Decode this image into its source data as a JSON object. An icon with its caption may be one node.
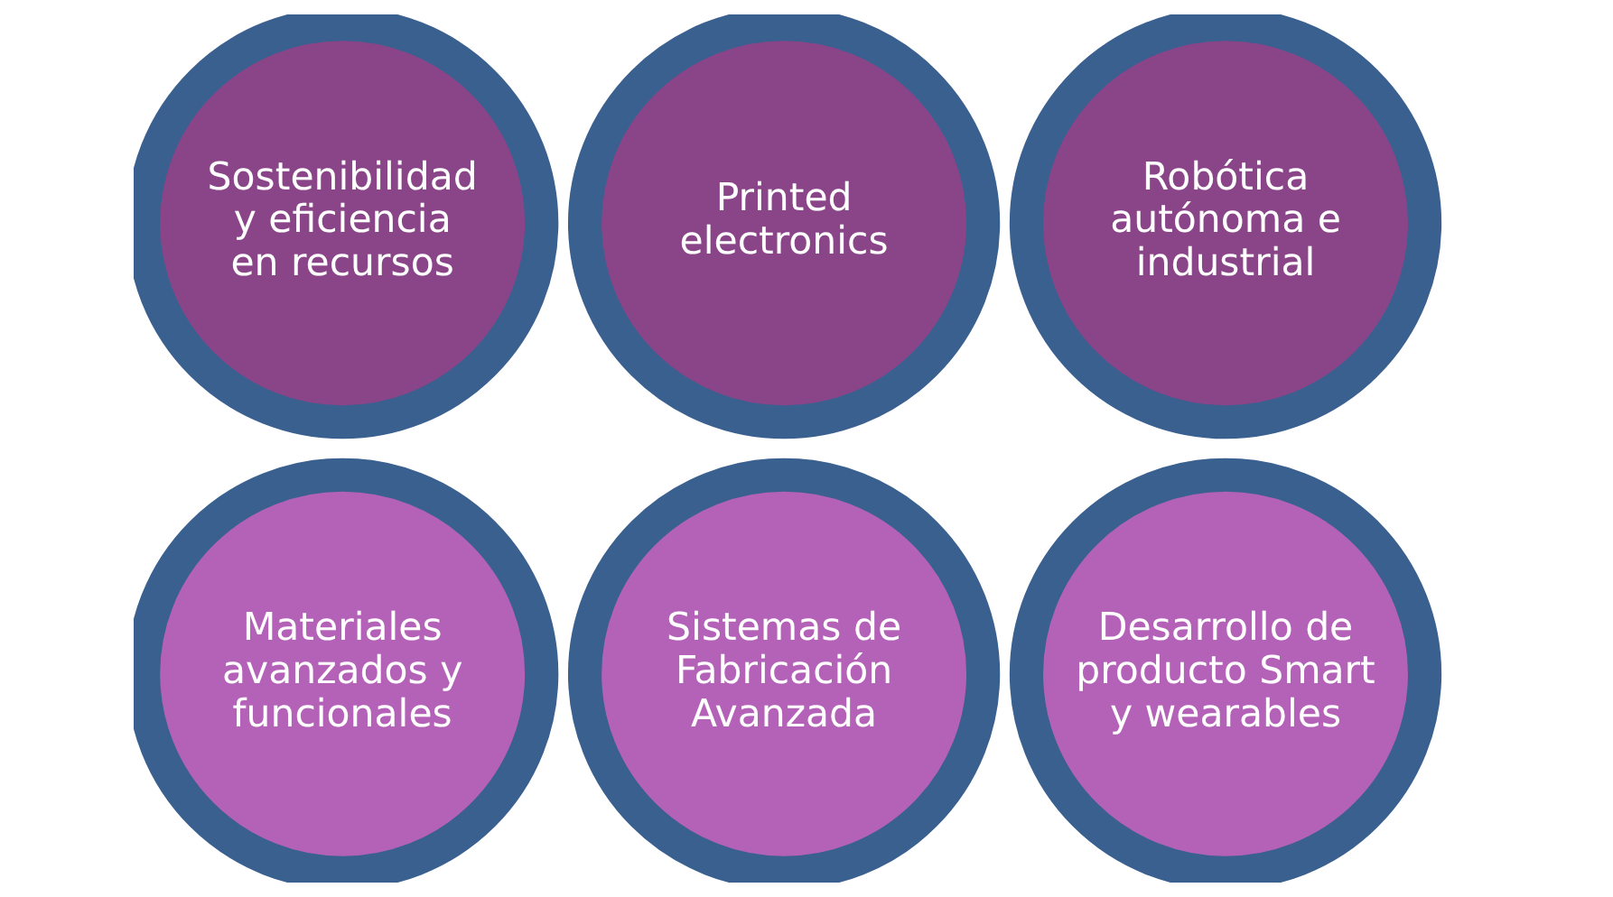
{
  "diagram": {
    "nodes": [
      {
        "text": [
          "Sostenibilidad y eficiencia en recursos"
        ]
      },
      {
        "text": [
          "Printed electronics"
        ]
      },
      {
        "text": [
          "Robótica autónoma e industrial"
        ]
      },
      {
        "text": [
          "Materiales avanzados y funcionales"
        ]
      },
      {
        "text": [
          "Sistemas de Fabricación Avanzada"
        ]
      },
      {
        "text": [
          "Desarrollo de producto Smart y wearables"
        ]
      }
    ]
  }
}
